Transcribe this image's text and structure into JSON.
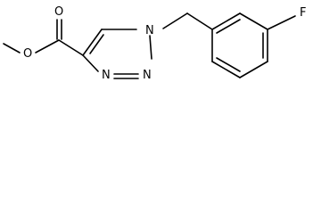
{
  "molecule": {
    "atoms": {
      "carbonyl_o": "O",
      "ester_o": "O",
      "n1": "N",
      "n2": "N",
      "n3": "N",
      "fluorine": "F"
    }
  }
}
